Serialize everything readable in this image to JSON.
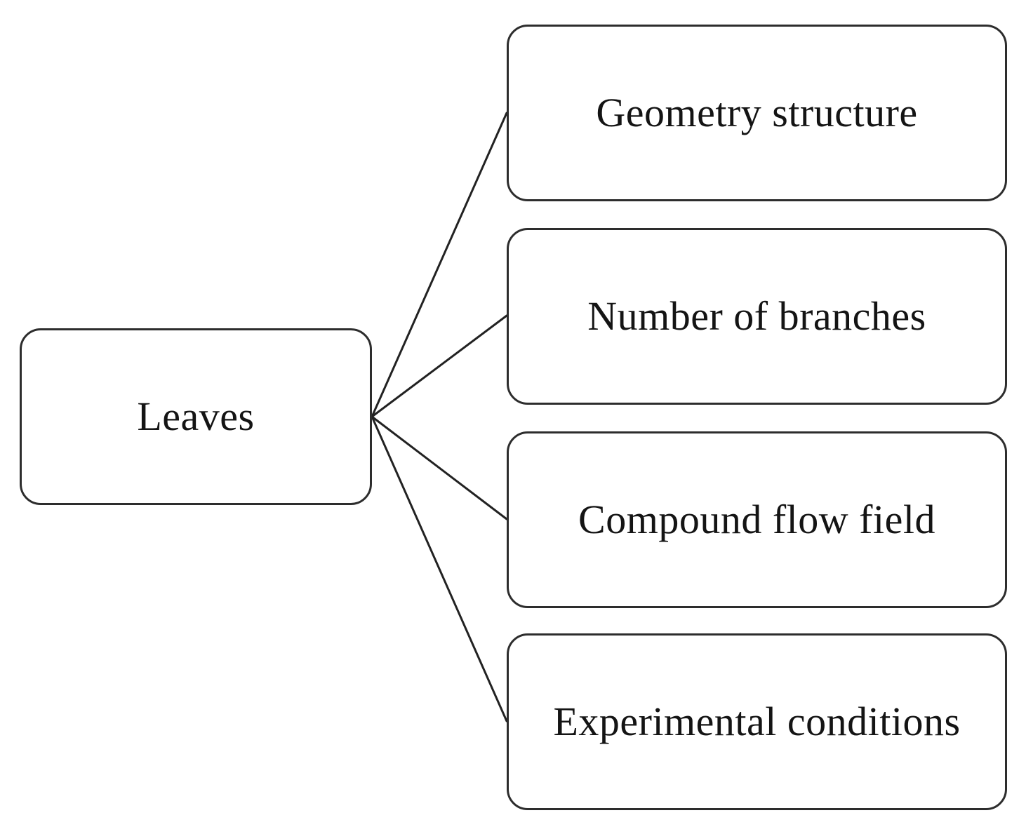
{
  "diagram": {
    "type": "tree",
    "root": {
      "label": "Leaves"
    },
    "children": [
      {
        "label": "Geometry structure"
      },
      {
        "label": "Number of branches"
      },
      {
        "label": "Compound flow field"
      },
      {
        "label": "Experimental conditions"
      }
    ],
    "colors": {
      "background": "#ffffff",
      "box_fill": "#ffffff",
      "box_border": "#2d2d2d",
      "connector_line": "#222222",
      "text": "#141414"
    }
  }
}
